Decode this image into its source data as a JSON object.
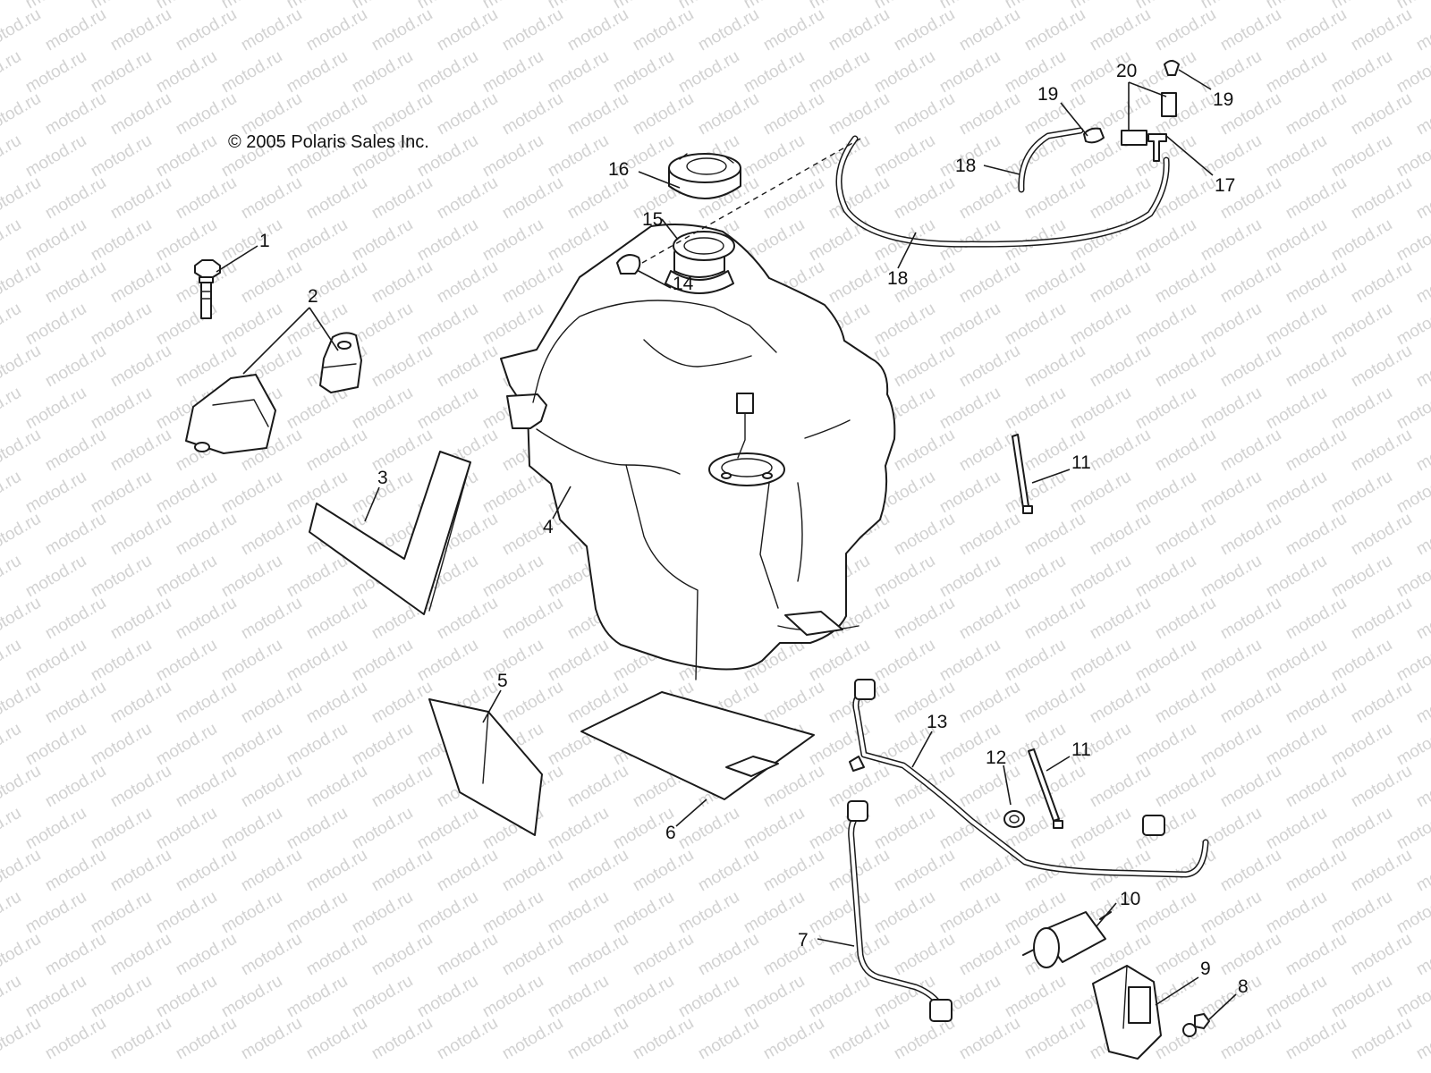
{
  "copyright": "© 2005 Polaris Sales Inc.",
  "watermark": "motod.ru",
  "callouts": [
    "1",
    "2",
    "3",
    "4",
    "5",
    "6",
    "7",
    "8",
    "9",
    "10",
    "11",
    "11",
    "12",
    "13",
    "14",
    "15",
    "16",
    "17",
    "18",
    "18",
    "19",
    "19",
    "20"
  ],
  "colors": {
    "line": "#1a1a1a",
    "watermark": "#d2d2d2",
    "background": "#ffffff"
  }
}
